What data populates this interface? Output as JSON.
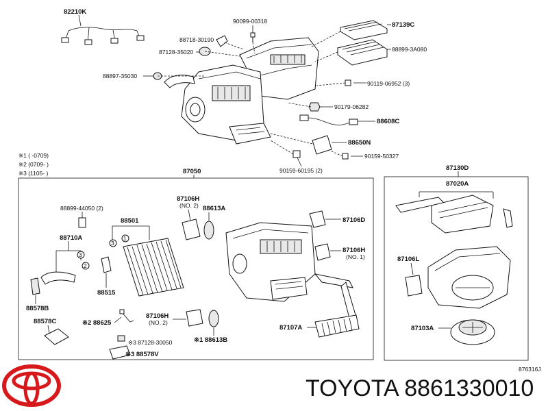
{
  "notes": [
    "※1 (   -0709)",
    "※2 (0709-   )",
    "※3 (1105-   )"
  ],
  "diagram_code": "876316J",
  "brand": {
    "name": "TOYOTA",
    "part_number": "8861330010",
    "logo": "toyota-logo-icon"
  },
  "labels": {
    "l82210K": "82210K",
    "l90099": "90099-00318",
    "l87139C": "87139C",
    "l88718": "88718-30190",
    "l88899a": "88899-3A080",
    "l87128": "87128-35020",
    "l88897": "88897-35030",
    "l90119": "90119-06952 (3)",
    "l90179": "90179-06282",
    "l88608C": "88608C",
    "l88650N": "88650N",
    "l90159b": "90159-50327",
    "l90159a": "90159-60195 (2)",
    "l87050": "87050",
    "l87130D": "87130D",
    "l87020A": "87020A",
    "l88899b": "88899-44050 (2)",
    "l87106Ha": "87106H",
    "l87106Ha_sub": "(NO. 2)",
    "l88613A": "88613A",
    "l88501": "88501",
    "l87106D": "87106D",
    "l88710A": "88710A",
    "l87106Hb": "87106H",
    "l87106Hb_sub": "(NO. 1)",
    "l87106L": "87106L",
    "l88578B": "88578B",
    "l88515": "88515",
    "l87106Hc": "87106H",
    "l87106Hc_sub": "(NO. 2)",
    "l88578C": "88578C",
    "l88625": "※2 88625",
    "l87107A": "87107A",
    "l87103A": "87103A",
    "l88613B": "※1 88613B",
    "l87128b": "※3 87128-30050",
    "l88578V": "※3 88578V",
    "c1": "1",
    "c2": "2",
    "c3a": "3",
    "c3b": "3"
  }
}
